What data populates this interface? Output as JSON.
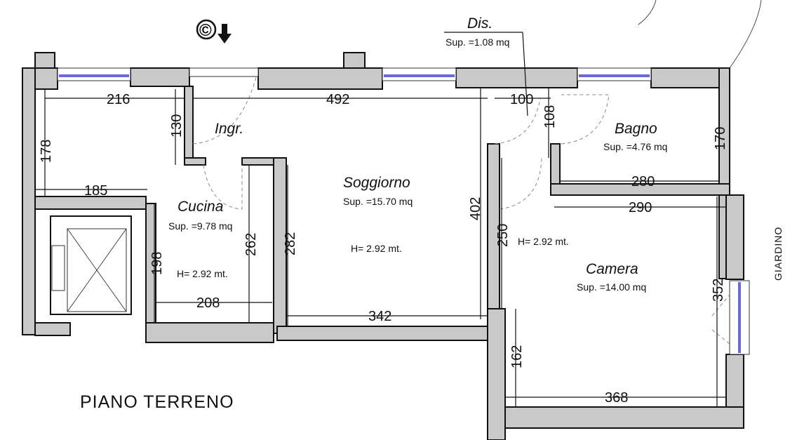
{
  "plan": {
    "title": "PIANO TERRENO",
    "garden_label": "GIARDINO",
    "copyright_symbol": "©",
    "entrance_arrow_icon": "arrow-down-icon",
    "wall_color": "#c9c9c9",
    "glass_color": "#6a6ad8",
    "rooms": {
      "ingresso": {
        "name": "Ingr."
      },
      "cucina": {
        "name": "Cucina",
        "area": "Sup. =9.78 mq",
        "height": "H= 2.92 mt."
      },
      "soggiorno": {
        "name": "Soggiorno",
        "area": "Sup. =15.70 mq",
        "height": "H= 2.92 mt."
      },
      "disimpegno": {
        "name": "Dis.",
        "area": "Sup. =1.08 mq"
      },
      "bagno": {
        "name": "Bagno",
        "area": "Sup. =4.76 mq"
      },
      "camera": {
        "name": "Camera",
        "area": "Sup. =14.00 mq",
        "height": "H= 2.92 mt."
      }
    },
    "dimensions": {
      "d216": "216",
      "d492": "492",
      "d100": "100",
      "d108": "108",
      "d130": "130",
      "d178": "178",
      "d185": "185",
      "d198": "198",
      "d262": "262",
      "d282": "282",
      "d208": "208",
      "d342": "342",
      "d402": "402",
      "d250": "250",
      "d170": "170",
      "d280": "280",
      "d290": "290",
      "d352": "352",
      "d162": "162",
      "d368": "368"
    }
  }
}
